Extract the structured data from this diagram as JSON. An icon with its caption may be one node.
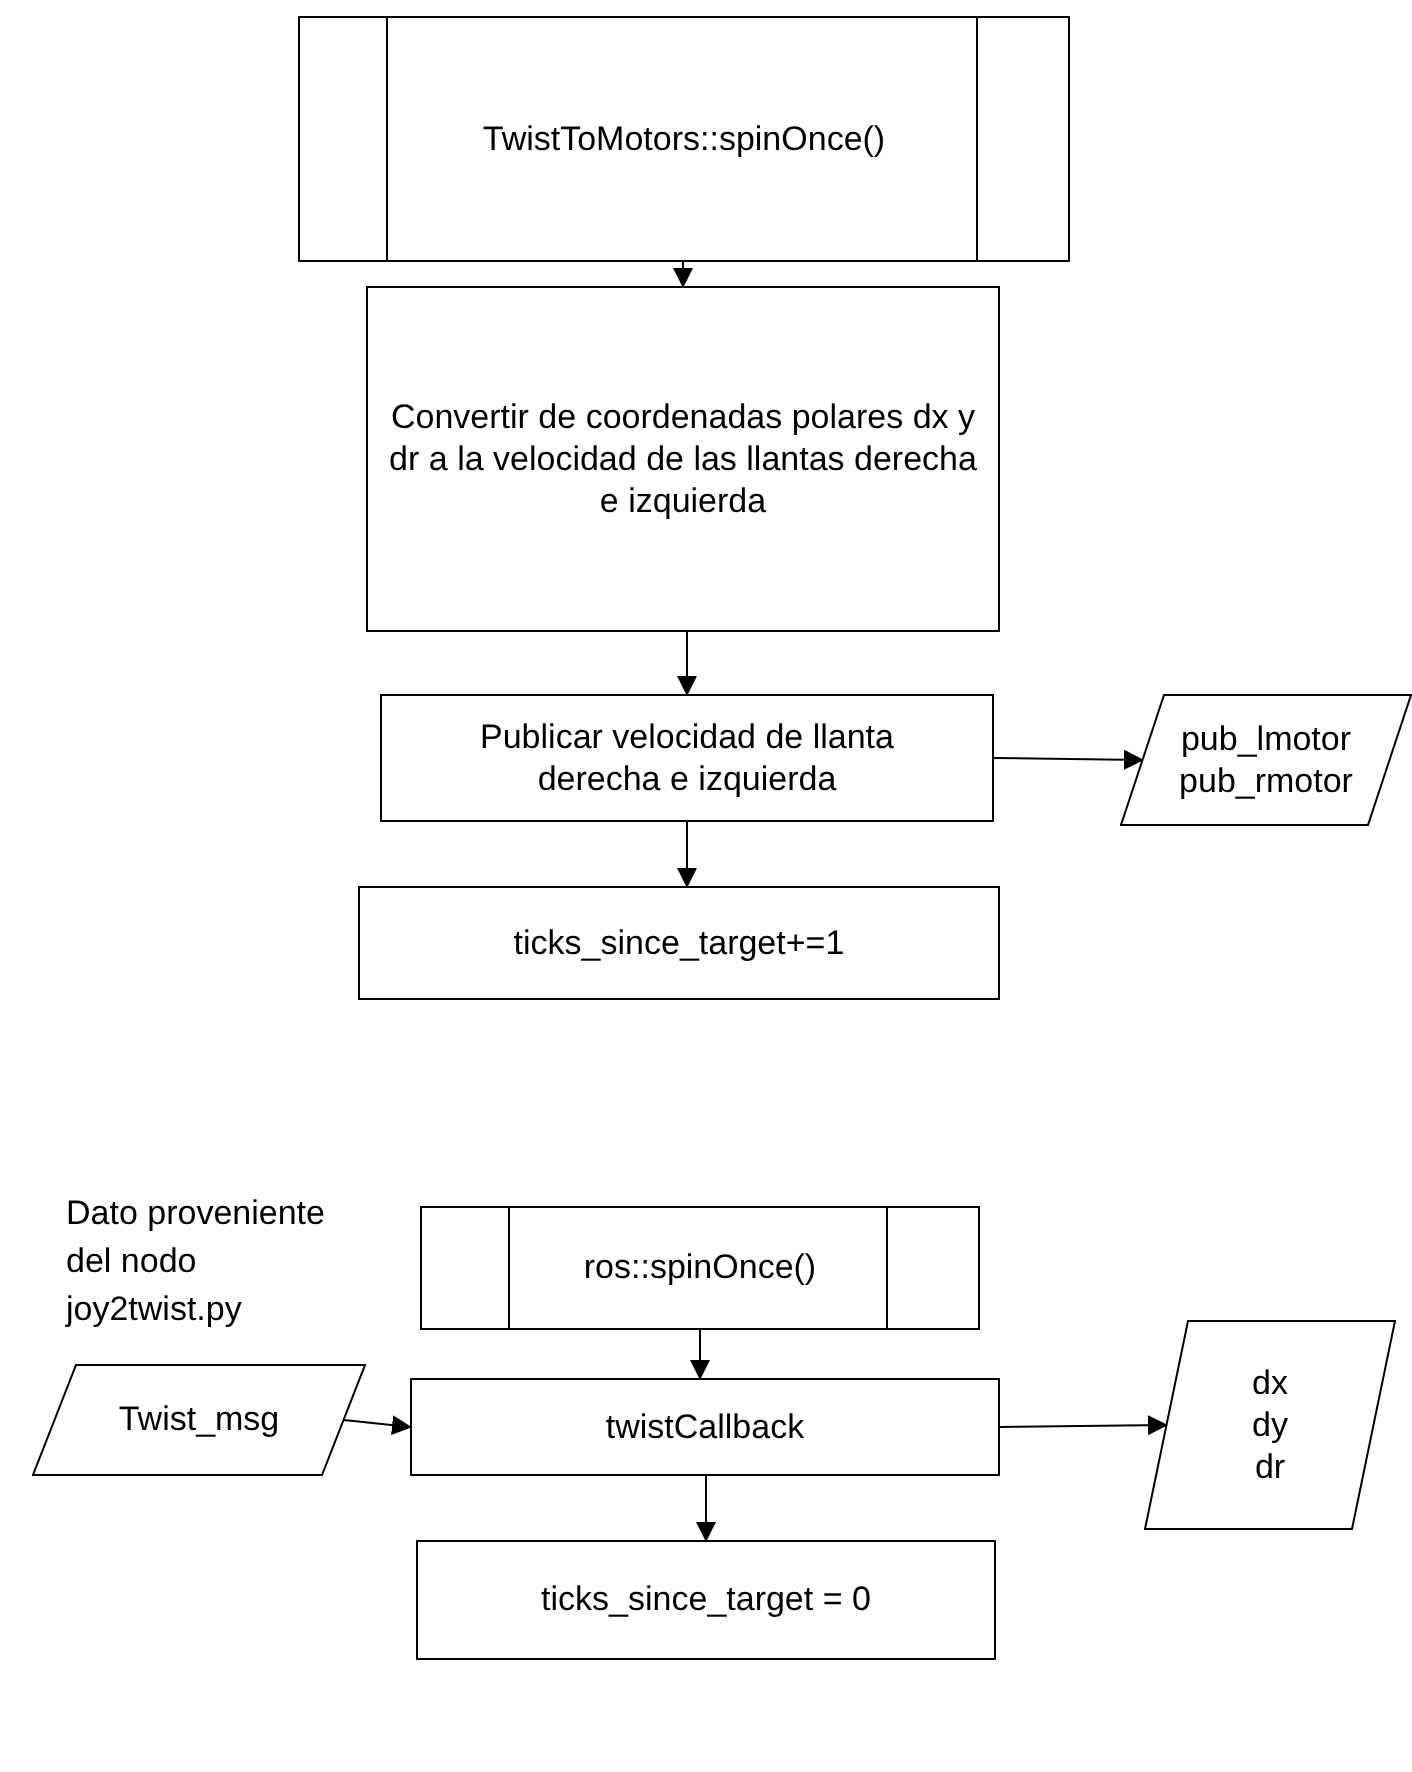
{
  "diagram": {
    "nodes": [
      {
        "text": [
          "TwistToMotors::spinOnce()"
        ]
      },
      {
        "text": [
          "Convertir de coordenadas polares dx y dr a la velocidad de las llantas derecha e izquierda"
        ]
      },
      {
        "text": [
          "Publicar velocidad de llanta derecha e izquierda"
        ]
      },
      {
        "text": [
          "pub_lmotor",
          "pub_rmotor"
        ]
      },
      {
        "text": [
          "ticks_since_target+=1"
        ]
      },
      {
        "text": [
          "ros::spinOnce()"
        ]
      },
      {
        "text": [
          "Twist_msg"
        ]
      },
      {
        "text": [
          "twistCallback"
        ]
      },
      {
        "text": [
          "dx",
          "dy",
          "dr"
        ]
      },
      {
        "text": [
          "ticks_since_target = 0"
        ]
      }
    ],
    "edges": [
      {
        "from": 0,
        "to": 1,
        "arrow": "to"
      },
      {
        "from": 1,
        "to": 2,
        "arrow": "to"
      },
      {
        "from": 2,
        "to": 3,
        "arrow": "to"
      },
      {
        "from": 2,
        "to": 4,
        "arrow": "to"
      },
      {
        "from": 5,
        "to": 7,
        "arrow": "to"
      },
      {
        "from": 6,
        "to": 7,
        "arrow": "to"
      },
      {
        "from": 7,
        "to": 8,
        "arrow": "to"
      },
      {
        "from": 7,
        "to": 9,
        "arrow": "to"
      }
    ],
    "labels": [
      "Dato proveniente del nodo joy2twist.py"
    ]
  }
}
